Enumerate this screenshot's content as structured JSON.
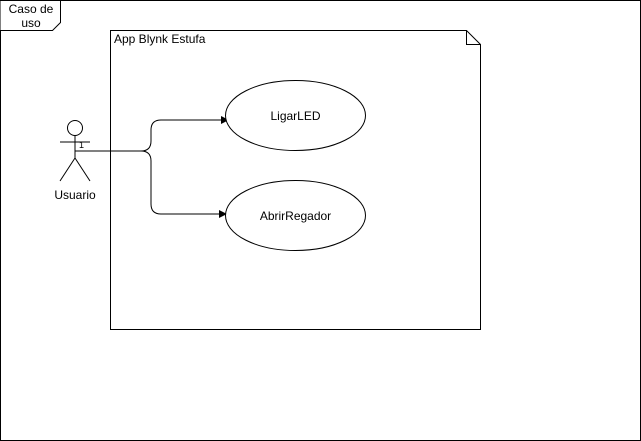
{
  "frame": {
    "title_line1": "Caso de",
    "title_line2": "uso"
  },
  "system": {
    "name": "App Blynk Estufa"
  },
  "actor": {
    "name": "Usuario",
    "multiplicity": "1"
  },
  "use_cases": [
    {
      "name": "LigarLED"
    },
    {
      "name": "AbrirRegador"
    }
  ],
  "colors": {
    "stroke": "#000000",
    "fill": "#ffffff"
  }
}
